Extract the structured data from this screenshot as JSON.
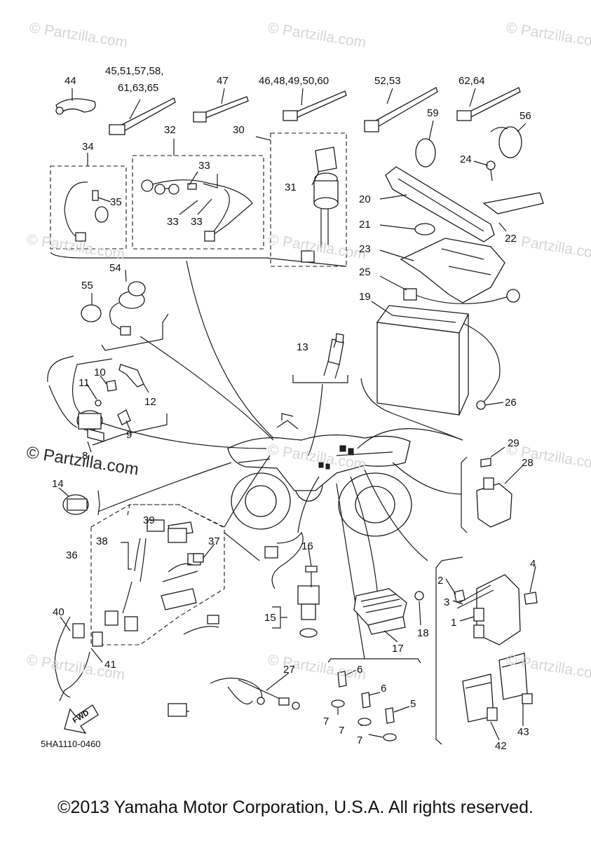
{
  "watermarks": [
    "© Partzilla.com",
    "© Partzilla.com",
    "© Partzilla.com",
    "© Partzilla.com",
    "© Partzilla.com",
    "© Partzilla.com",
    "© Partzilla.com",
    "© Partzilla.com",
    "© Partzilla.com",
    "© Partzilla.com",
    "© Partzilla.com"
  ],
  "watermark_dark": "© Partzilla.com",
  "callouts": {
    "c44": "44",
    "c45": "45,51,57,58,",
    "c45b": "61,63,65",
    "c47": "47",
    "c46": "46,48,49,50,60",
    "c52": "52,53",
    "c62": "62,64",
    "c59": "59",
    "c56": "56",
    "c32": "32",
    "c30": "30",
    "c34": "34",
    "c33a": "33",
    "c31": "31",
    "c24": "24",
    "c20": "20",
    "c35": "35",
    "c33b": "33",
    "c33c": "33",
    "c21": "21",
    "c22": "22",
    "c23": "23",
    "c54": "54",
    "c25": "25",
    "c55": "55",
    "c19": "19",
    "c13": "13",
    "c10": "10",
    "c11": "11",
    "c12": "12",
    "c26": "26",
    "c9": "9",
    "c8": "8",
    "c29": "29",
    "c28": "28",
    "c14": "14",
    "c39": "39",
    "c38": "38",
    "c37": "37",
    "c16": "16",
    "c36": "36",
    "c4": "4",
    "c2": "2",
    "c3": "3",
    "c15": "15",
    "c1": "1",
    "c18": "18",
    "c40": "40",
    "c17": "17",
    "c41": "41",
    "c27": "27",
    "c6a": "6",
    "c6b": "6",
    "c5": "5",
    "c7a": "7",
    "c7b": "7",
    "c7c": "7",
    "c42": "42",
    "c43": "43"
  },
  "fwd_label": "FWD",
  "diagram_code": "5HA1110-0460",
  "copyright": "©2013 Yamaha Motor Corporation, U.S.A. All rights reserved."
}
